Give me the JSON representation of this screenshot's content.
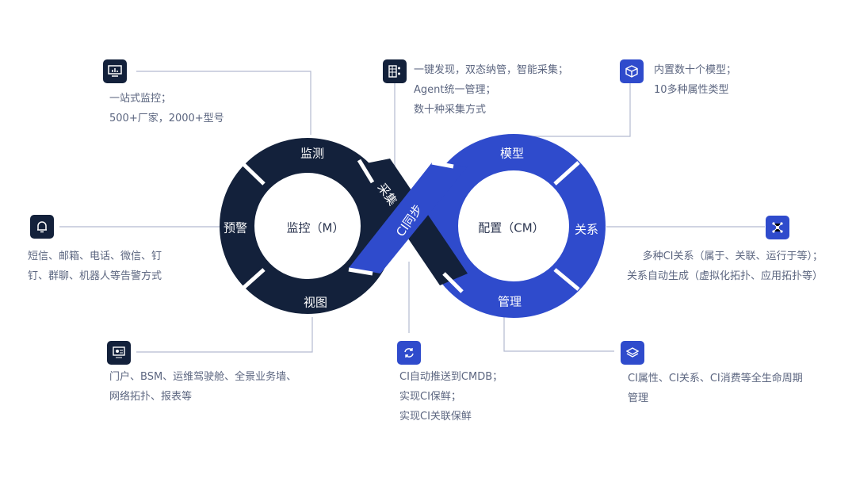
{
  "colors": {
    "dark": "#13213b",
    "blue": "#2f4bcc",
    "line": "#b4bad0",
    "text": "#5c6680"
  },
  "loop": {
    "left_center": "监控（M）",
    "right_center": "配置（CM）",
    "left_segments": [
      "监测",
      "预警",
      "视图"
    ],
    "right_segments": [
      "模型",
      "关系",
      "管理"
    ],
    "bridge_dark": "采集",
    "bridge_blue": "CI同步"
  },
  "callouts": {
    "monitor": {
      "icon": "monitor-chart-icon",
      "lines": [
        "一站式监控；",
        "500+厂家，2000+型号"
      ]
    },
    "collect": {
      "icon": "server-network-icon",
      "lines": [
        "一键发现，双态纳管，智能采集；",
        "Agent统一管理；",
        "数十种采集方式"
      ]
    },
    "model": {
      "icon": "cube-icon",
      "lines": [
        "内置数十个模型；",
        "10多种属性类型"
      ]
    },
    "alert": {
      "icon": "bell-icon",
      "lines": [
        "短信、邮箱、电话、微信、钉",
        "钉、群聊、机器人等告警方式"
      ]
    },
    "relation": {
      "icon": "topology-icon",
      "lines": [
        "多种CI关系（属于、关联、运行于等）；",
        "关系自动生成（虚拟化拓扑、应用拓扑等）"
      ]
    },
    "view": {
      "icon": "dashboard-screen-icon",
      "lines": [
        "门户、BSM、运维驾驶舱、全景业务墙、",
        "网络拓扑、报表等"
      ]
    },
    "sync": {
      "icon": "sync-icon",
      "lines": [
        "CI自动推送到CMDB；",
        "实现CI保鲜；",
        "实现CI关联保鲜"
      ]
    },
    "manage": {
      "icon": "layers-icon",
      "lines": [
        "CI属性、CI关系、CI消费等全生命周期",
        "管理"
      ]
    }
  }
}
